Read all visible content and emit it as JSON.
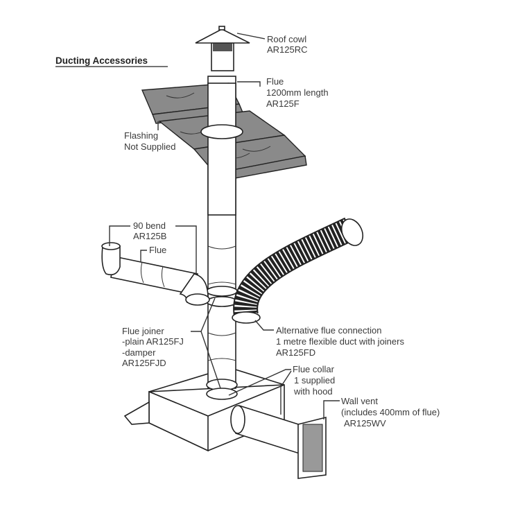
{
  "title": "Ducting Accessories",
  "labels": {
    "roof_cowl": [
      "Roof cowl",
      "AR125RC"
    ],
    "flue": [
      "Flue",
      "1200mm length",
      "AR125F"
    ],
    "flashing": [
      "Flashing",
      "Not Supplied"
    ],
    "bend": [
      "90  bend",
      "AR125B"
    ],
    "bend_flue": "Flue",
    "flue_joiner": [
      "Flue joiner",
      "-plain AR125FJ",
      "-damper",
      "AR125FJD"
    ],
    "alt_flue": [
      "Alternative flue connection",
      "1 metre flexible duct with joiners",
      "AR125FD"
    ],
    "flue_collar": [
      "Flue collar",
      "1 supplied",
      "with hood"
    ],
    "wall_vent": [
      "Wall vent",
      "(includes 400mm of flue)",
      "AR125WV"
    ]
  }
}
